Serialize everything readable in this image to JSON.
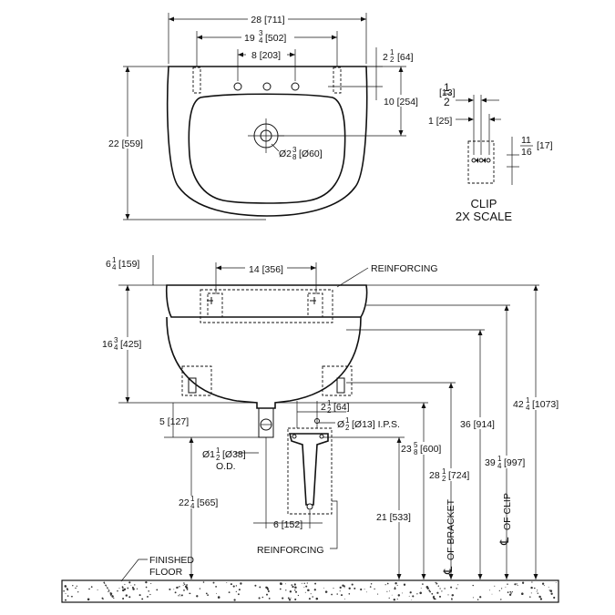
{
  "top_view": {
    "overall_width": {
      "whole": "28",
      "mm": "[711]"
    },
    "faucet_spread_wide": {
      "whole": "19",
      "num": "3",
      "den": "4",
      "mm": "[502]"
    },
    "faucet_spread": {
      "whole": "8",
      "mm": "[203]"
    },
    "edge_offset": {
      "whole": "2",
      "num": "1",
      "den": "2",
      "mm": "[64]"
    },
    "depth": {
      "whole": "22",
      "mm": "[559]"
    },
    "drain_from_back": {
      "whole": "10",
      "mm": "[254]"
    },
    "drain_dia": {
      "prefix": "Ø2",
      "num": "3",
      "den": "8",
      "mm": "[Ø60]"
    }
  },
  "clip_detail": {
    "dim_half": {
      "num": "1",
      "den": "2",
      "mm": "[13]"
    },
    "dim_one": {
      "whole": "1",
      "mm": "[25]"
    },
    "dim_eleven": {
      "num": "11",
      "den": "16",
      "mm": "[17]"
    },
    "label_line1": "CLIP",
    "label_line2": "2X SCALE"
  },
  "side_view": {
    "reinforcing_top": "REINFORCING",
    "reinforcing_bottom": "REINFORCING",
    "back_height": {
      "whole": "6",
      "num": "1",
      "den": "4",
      "mm": "[159]"
    },
    "bowl_height": {
      "whole": "16",
      "num": "3",
      "den": "4",
      "mm": "[425]"
    },
    "reinforcing_width": {
      "whole": "14",
      "mm": "[356]"
    },
    "trap_offset": {
      "whole": "5",
      "mm": "[127]"
    },
    "outlet_dia": {
      "prefix": "Ø1",
      "num": "1",
      "den": "2",
      "mm": "[Ø38]",
      "line2": "O.D."
    },
    "drain_height": {
      "whole": "22",
      "num": "1",
      "den": "4",
      "mm": "[565]"
    },
    "bracket_spacing": {
      "whole": "6",
      "mm": "[152]"
    },
    "supply_offset": {
      "whole": "2",
      "num": "1",
      "den": "2",
      "mm": "[64]"
    },
    "supply_size": {
      "prefix": "Ø",
      "num": "1",
      "den": "2",
      "mm": "[Ø13] I.P.S."
    },
    "height_23": {
      "whole": "23",
      "num": "5",
      "den": "8",
      "mm": "[600]"
    },
    "height_21": {
      "whole": "21",
      "mm": "[533]"
    },
    "height_28": {
      "whole": "28",
      "num": "1",
      "den": "2",
      "mm": "[724]"
    },
    "height_36": {
      "whole": "36",
      "mm": "[914]"
    },
    "height_39": {
      "whole": "39",
      "num": "1",
      "den": "4",
      "mm": "[997]"
    },
    "height_42": {
      "whole": "42",
      "num": "1",
      "den": "4",
      "mm": "[1073]"
    },
    "cl_bracket": "OF BRACKET",
    "cl_clip": "OF CLIP",
    "centerline_symbol": "℄",
    "floor_line1": "FINISHED",
    "floor_line2": "FLOOR"
  }
}
